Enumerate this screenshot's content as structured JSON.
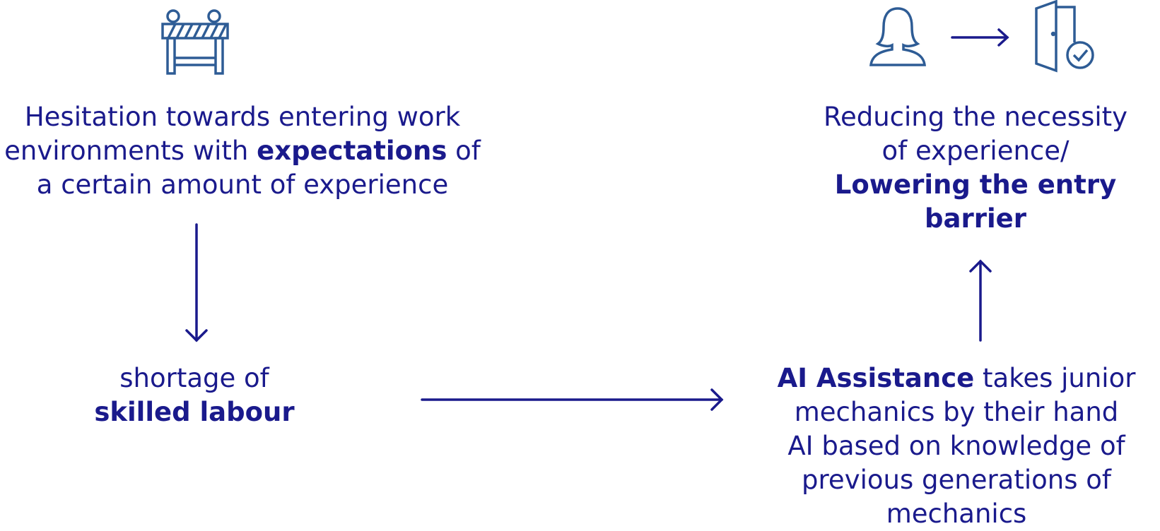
{
  "colors": {
    "text": "#1a1a8c",
    "icon": "#2e5c95",
    "background": "#ffffff"
  },
  "icons": {
    "barrier": "barrier-icon",
    "person": "person-icon",
    "door": "door-check-icon"
  },
  "nodes": {
    "hesitation": {
      "line1": "Hesitation towards entering work",
      "line2_pre": "environments with ",
      "line2_bold": "expectations",
      "line2_post": " of",
      "line3": "a certain amount of experience"
    },
    "shortage": {
      "line1": "shortage of",
      "line2_bold": "skilled labour"
    },
    "ai": {
      "line1_bold": "AI Assistance",
      "line1_post": " takes junior",
      "line2": "mechanics by their hand",
      "line3": "AI based on knowledge of",
      "line4": "previous generations of",
      "line5": "mechanics"
    },
    "reducing": {
      "line1": "Reducing the necessity",
      "line2": "of experience/",
      "line3_bold": "Lowering the entry",
      "line4_bold": "barrier"
    }
  }
}
